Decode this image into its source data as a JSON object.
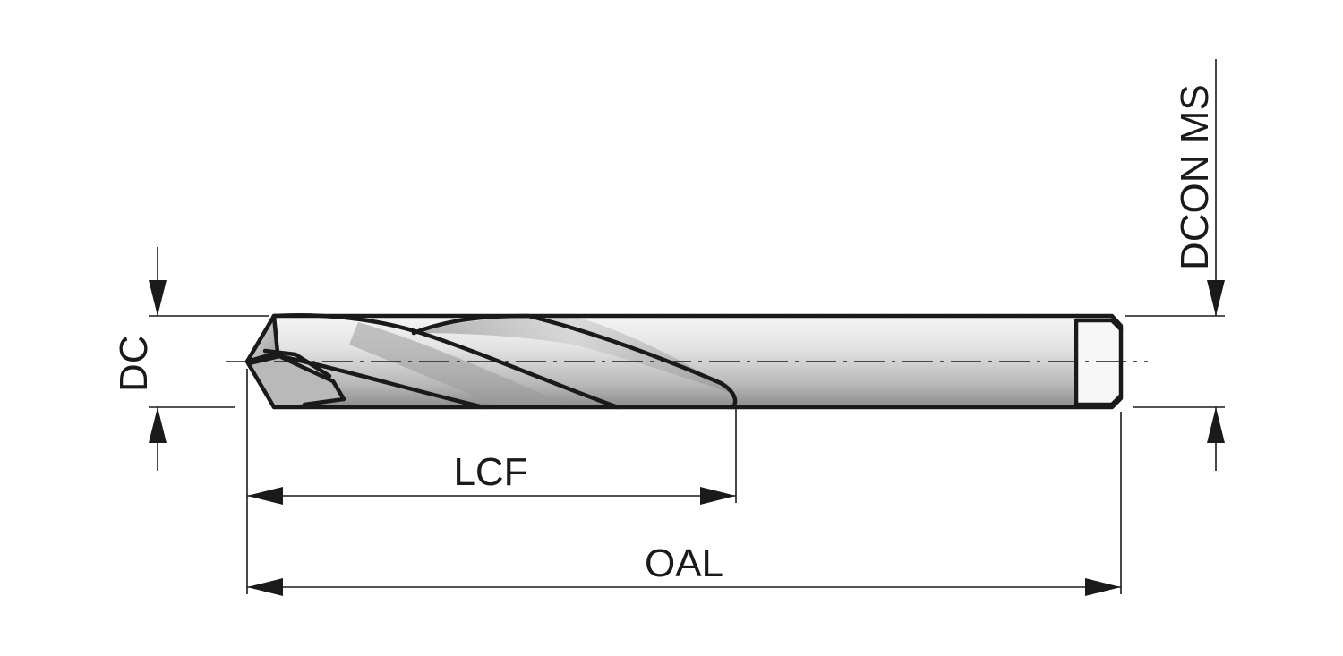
{
  "diagram": {
    "labels": {
      "cutting_diameter": "DC",
      "connection_diameter": "DCON MS",
      "flute_length": "LCF",
      "overall_length": "OAL"
    },
    "colors": {
      "line": "#1a1a1a",
      "body_light": "#f4f4f4",
      "body_dark": "#8a8a8a",
      "background": "#ffffff"
    }
  }
}
